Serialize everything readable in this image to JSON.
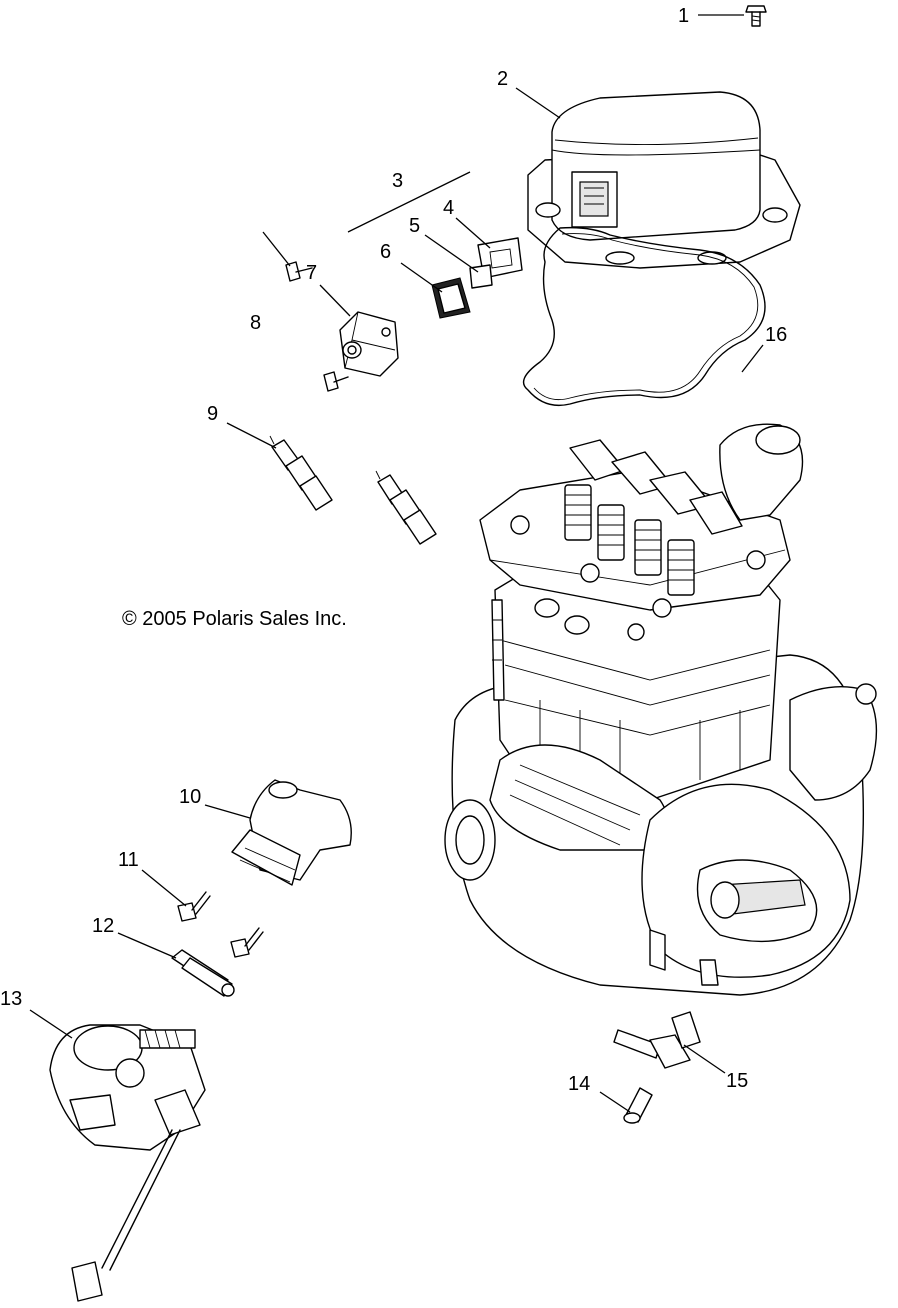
{
  "copyright": "© 2005 Polaris Sales Inc.",
  "callouts": [
    "1",
    "2",
    "3",
    "4",
    "5",
    "6",
    "7",
    "8",
    "9",
    "10",
    "11",
    "12",
    "13",
    "14",
    "15",
    "16"
  ]
}
